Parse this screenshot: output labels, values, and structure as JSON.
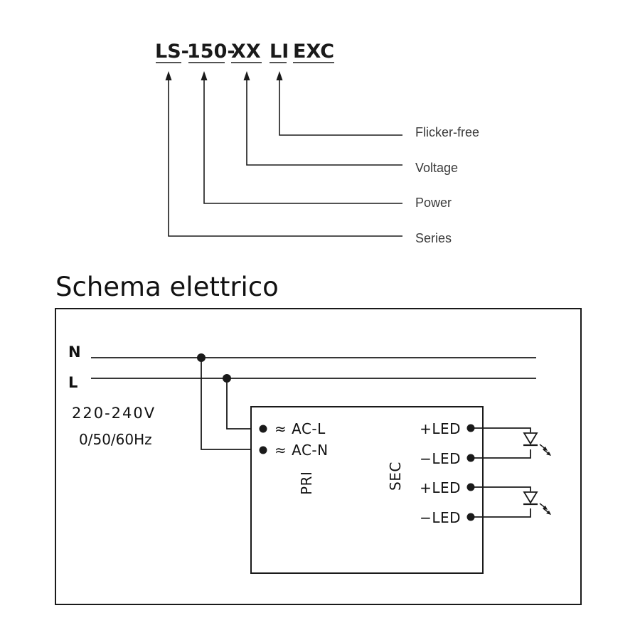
{
  "code": {
    "series": "LS-",
    "power": "150-",
    "voltage": "XX",
    "flicker": "LI",
    "exc": "EXC"
  },
  "legend": {
    "flicker_free": "Flicker-free",
    "voltage": "Voltage",
    "power": "Power",
    "series": "Series"
  },
  "section_title": "Schema elettrico",
  "diagram": {
    "line_n": "N",
    "line_l": "L",
    "voltage": "220-240V",
    "frequency": "0/50/60Hz",
    "ac_l": "≈ AC-L",
    "ac_n": "≈ AC-N",
    "pri": "PRI",
    "sec": "SEC",
    "led_1_plus": "+LED",
    "led_1_minus": "−LED",
    "led_2_plus": "+LED",
    "led_2_minus": "−LED"
  }
}
